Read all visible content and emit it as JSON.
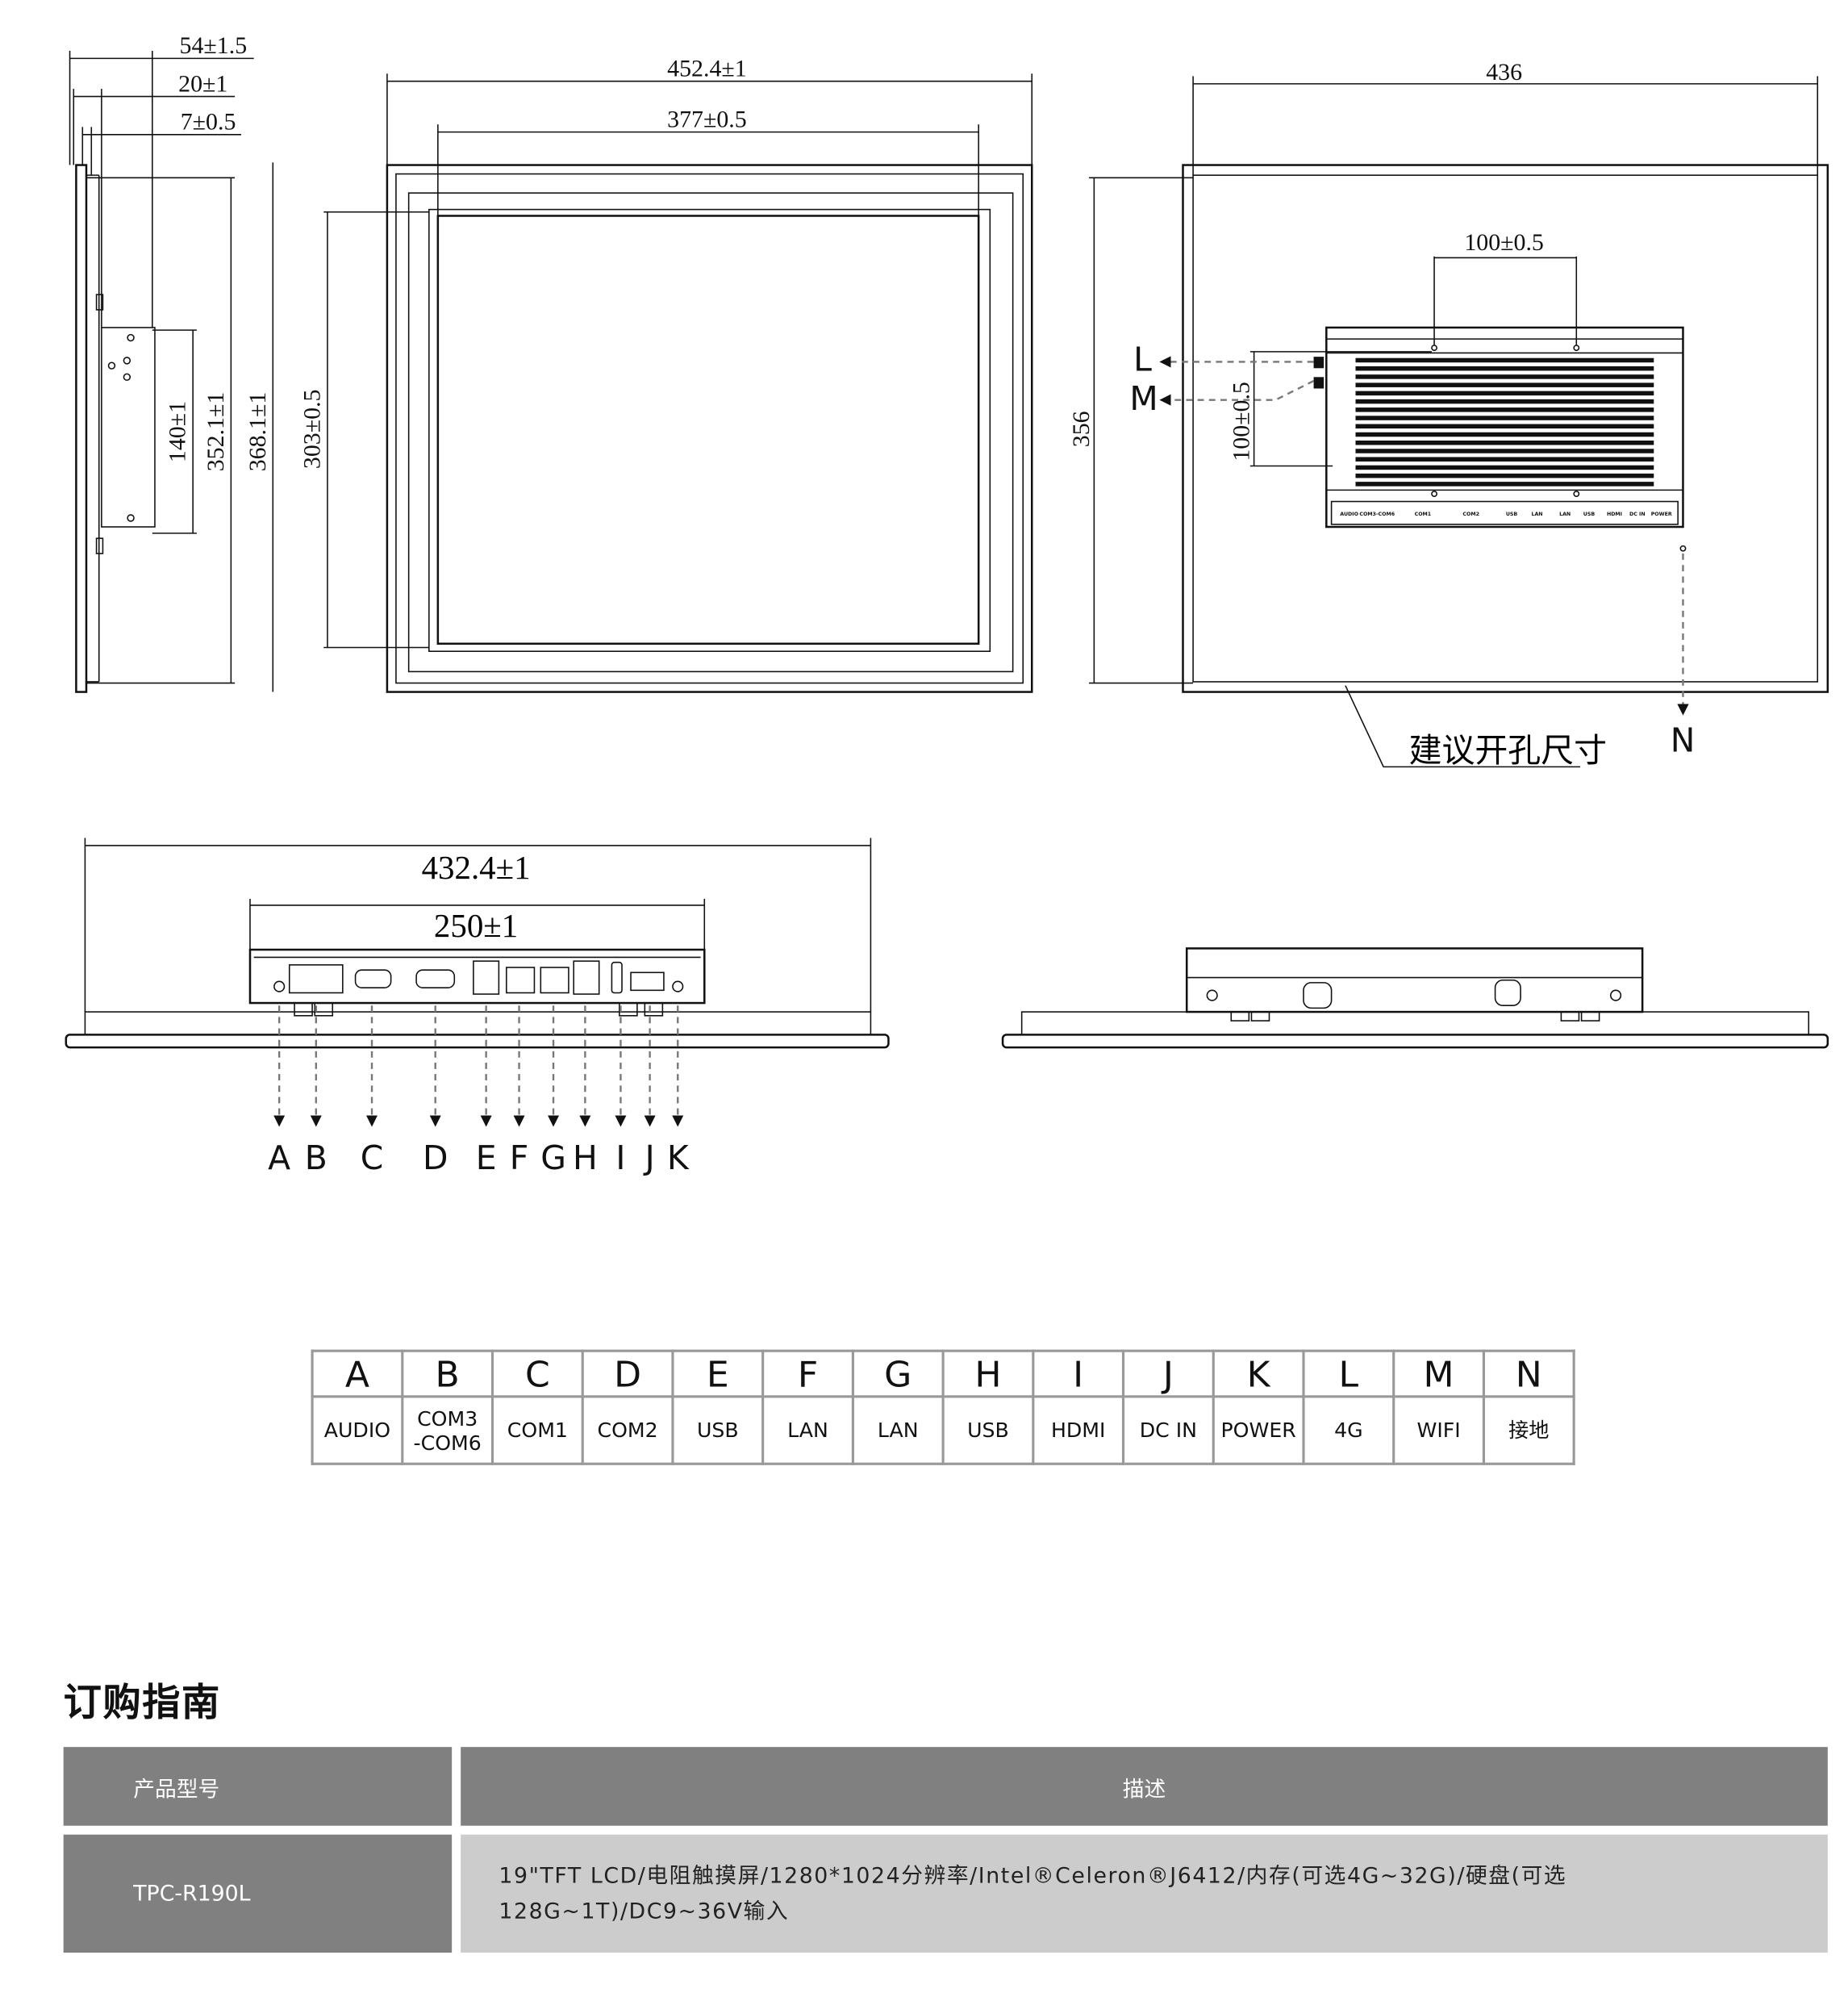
{
  "side_view": {
    "dims": [
      "54±1.5",
      "20±1",
      "7±0.5",
      "140±1",
      "352.1±1",
      "368.1±1"
    ]
  },
  "front_view": {
    "dims": [
      "452.4±1",
      "377±0.5",
      "303±0.5"
    ]
  },
  "back_view": {
    "dims": [
      "436",
      "356",
      "100±0.5",
      "100±0.5"
    ],
    "cutout_note": "建议开孔尺寸",
    "callouts": [
      "L",
      "M",
      "N"
    ],
    "box_labels": [
      "AUDIO",
      "COM3-COM6",
      "COM1",
      "COM2",
      "USB",
      "LAN",
      "LAN",
      "USB",
      "HDMI",
      "DC IN",
      "POWER"
    ]
  },
  "bottom_view": {
    "dims": [
      "432.4±1",
      "250±1"
    ],
    "callouts": [
      "A",
      "B",
      "C",
      "D",
      "E",
      "F",
      "G",
      "H",
      "I",
      "J",
      "K"
    ]
  },
  "ports_table": {
    "letters": [
      "A",
      "B",
      "C",
      "D",
      "E",
      "F",
      "G",
      "H",
      "I",
      "J",
      "K",
      "L",
      "M",
      "N"
    ],
    "names": [
      "AUDIO",
      "COM3\n-COM6",
      "COM1",
      "COM2",
      "USB",
      "LAN",
      "LAN",
      "USB",
      "HDMI",
      "DC IN",
      "POWER",
      "4G",
      "WIFI",
      "接地"
    ]
  },
  "order_guide": {
    "title": "订购指南",
    "headers": [
      "产品型号",
      "描述"
    ],
    "rows": [
      {
        "model": "TPC-R190L",
        "desc": "19\"TFT LCD/电阻触摸屏/1280*1024分辨率/Intel®Celeron®J6412/内存(可选4G~32G)/硬盘(可选128G~1T)/DC9~36V输入"
      }
    ]
  }
}
